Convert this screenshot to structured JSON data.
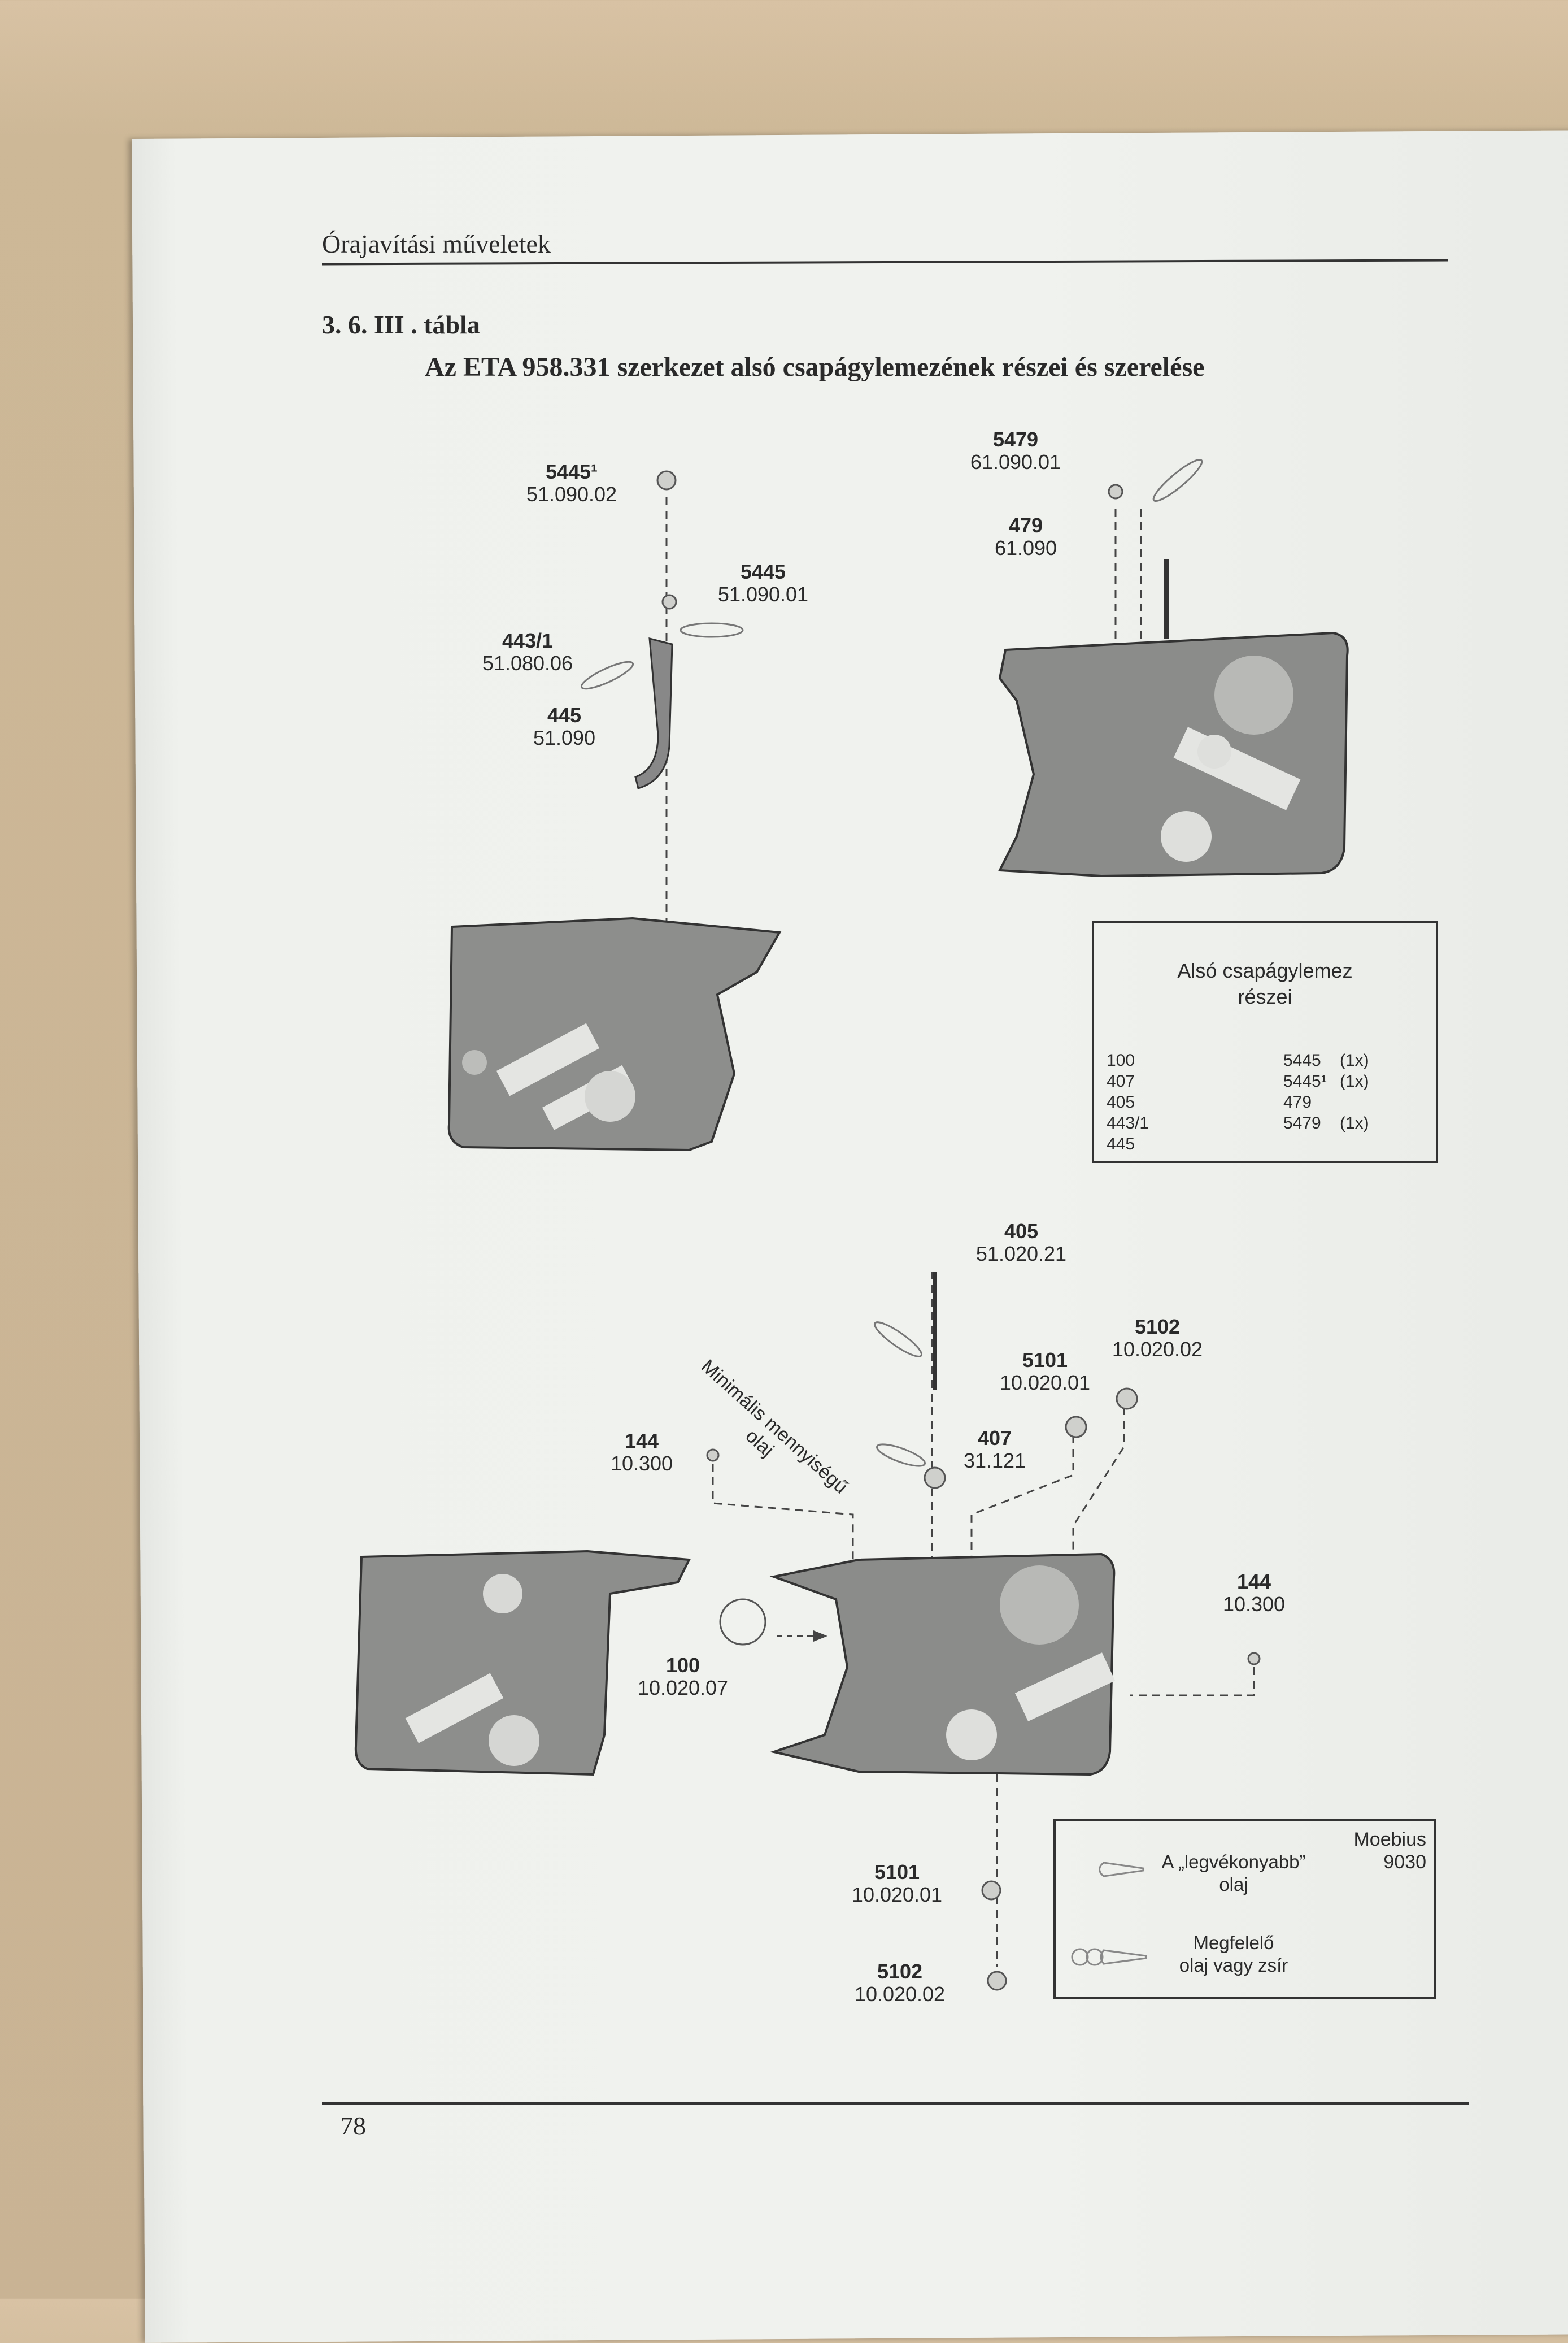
{
  "header": {
    "running_title": "Órajavítási műveletek",
    "page_number": "78"
  },
  "section": {
    "number": "3. 6. III . tábla",
    "title": "Az ETA 958.331 szerkezet alsó csapágylemezének részei és szerelése"
  },
  "labels": [
    {
      "part": "5445¹",
      "code": "51.090.02"
    },
    {
      "part": "5479",
      "code": "61.090.01"
    },
    {
      "part": "479",
      "code": "61.090"
    },
    {
      "part": "5445",
      "code": "51.090.01"
    },
    {
      "part": "443/1",
      "code": "51.080.06"
    },
    {
      "part": "445",
      "code": "51.090"
    },
    {
      "part": "405",
      "code": "51.020.21"
    },
    {
      "part": "5102",
      "code": "10.020.02"
    },
    {
      "part": "5101",
      "code": "10.020.01"
    },
    {
      "part": "144",
      "code": "10.300"
    },
    {
      "part": "407",
      "code": "31.121"
    },
    {
      "part": "144",
      "code": "10.300"
    },
    {
      "part": "100",
      "code": "10.020.07"
    },
    {
      "part": "5101",
      "code": "10.020.01"
    },
    {
      "part": "5102",
      "code": "10.020.02"
    }
  ],
  "oil_note": "Minimális mennyiségű olaj",
  "parts_box": {
    "title_line1": "Alsó csapágylemez",
    "title_line2": "részei",
    "left": [
      "100",
      "407",
      "405",
      "443/1",
      "445"
    ],
    "right": [
      {
        "part": "5445",
        "qty": "(1x)"
      },
      {
        "part": "5445¹",
        "qty": "(1x)"
      },
      {
        "part": "479",
        "qty": ""
      },
      {
        "part": "5479",
        "qty": "(1x)"
      }
    ]
  },
  "legend": {
    "brand": "Moebius",
    "brand_code": "9030",
    "items": [
      {
        "line1": "A „legvékonyabb”",
        "line2": "olaj",
        "icon": "oil-drop-icon"
      },
      {
        "line1": "Megfelelő",
        "line2": "olaj vagy zsír",
        "icon": "oil-drop-grease-icon"
      }
    ]
  }
}
